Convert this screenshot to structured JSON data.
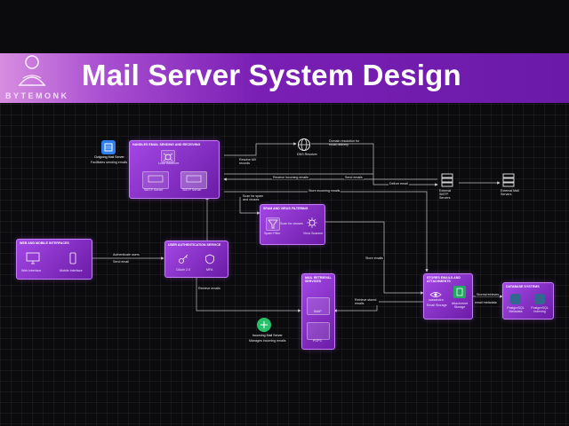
{
  "header": {
    "title": "Mail Server System Design",
    "logo_text": "BYTEMONK"
  },
  "nodes": {
    "web_mobile": {
      "title": "Web and Mobile Interfaces",
      "web": "Web Interface",
      "mobile": "Mobile Interface"
    },
    "auth": {
      "title": "User Authentication Service",
      "oauth": "OAuth 2.0",
      "mfa": "MFA"
    },
    "sending": {
      "title": "Handles Email Sending and Receiving",
      "lb": "Load Balancer",
      "smtp1": "SMTP Server",
      "smtp2": "SMTP Server"
    },
    "outgoing": {
      "label": "Outgoing Mail Server",
      "desc": "Facilitates sending emails"
    },
    "dns": {
      "label": "DNS Resolver",
      "desc": "Domain resolution for email delivery"
    },
    "external_smtp": "External SMTP Servers",
    "external_mail": "External Mail Servers",
    "spam": {
      "title": "Spam and Virus Filtering",
      "filter": "Spam Filter",
      "scan_label": "Scan for viruses",
      "virus": "Virus Scanner"
    },
    "retrieval": {
      "title": "Mail Retrieval Services",
      "imap": "IMAP",
      "pop": "POP3"
    },
    "incoming": {
      "label": "Incoming Mail Server",
      "desc": "Manages incoming emails"
    },
    "storage": {
      "title": "Stores Emails and Attachments",
      "cassandra": "cassandra",
      "email_storage": "Email Storage",
      "attach": "Attachment Storage"
    },
    "db": {
      "title": "Database Systems",
      "pg1": "PostgreSQL Metadata",
      "pg2": "PostgreSQL Indexing"
    }
  },
  "edges": {
    "authenticate": "Authenticate users",
    "send_email": "Send email",
    "retrieve_emails": "Retrieve emails",
    "resolve_mx": "Resolve MX records",
    "receive_incoming": "Receive incoming emails",
    "send_emails": "Send emails",
    "deliver_email": "Deliver email",
    "store_incoming": "Store incoming emails",
    "scan_spam": "Scan for spam and viruses",
    "store_emails": "Store emails",
    "retrieve_stored": "Retrieve stored emails",
    "stores_retrieves": "Stores/retrieves",
    "email_metadata": "email metadata"
  },
  "colors": {
    "accent": "#a447e6",
    "wire": "#bdbdbd",
    "background": "#0b0b0e"
  }
}
